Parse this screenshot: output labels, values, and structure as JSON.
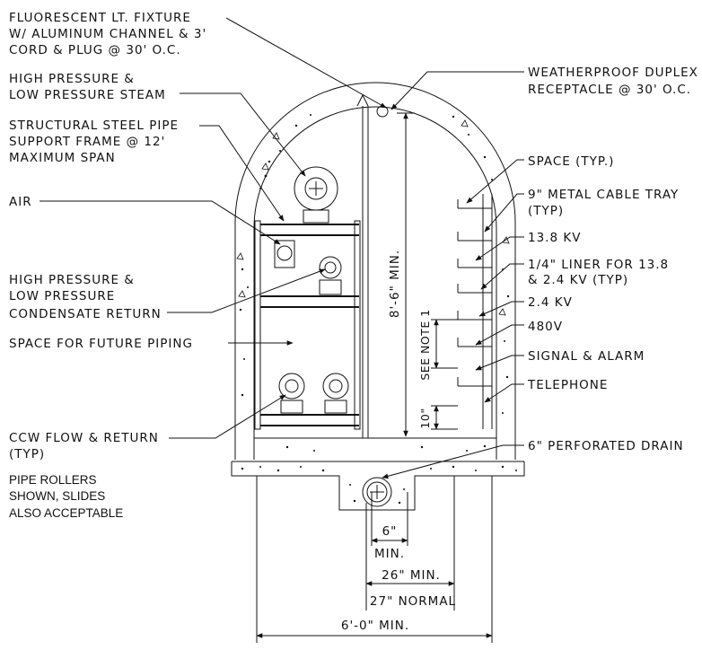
{
  "labels": {
    "fixture": [
      "FLUORESCENT LT. FIXTURE",
      "W/ ALUMINUM CHANNEL & 3'",
      "CORD & PLUG @ 30' O.C."
    ],
    "steam": [
      "HIGH PRESSURE &",
      "LOW PRESSURE STEAM"
    ],
    "frame": [
      "STRUCTURAL STEEL PIPE",
      "SUPPORT FRAME @ 12'",
      "MAXIMUM SPAN"
    ],
    "air": "AIR",
    "condensate": [
      "HIGH PRESSURE &",
      "LOW PRESSURE",
      "CONDENSATE RETURN"
    ],
    "future_piping": "SPACE FOR FUTURE PIPING",
    "ccw": [
      "CCW FLOW & RETURN",
      "(TYP)"
    ],
    "rollers": [
      "PIPE ROLLERS",
      "SHOWN, SLIDES",
      "ALSO ACCEPTABLE"
    ],
    "receptacle": [
      "WEATHERPROOF DUPLEX",
      "RECEPTACLE @ 30' O.C."
    ],
    "space": "SPACE (TYP.)",
    "cable_tray": [
      "9\" METAL CABLE TRAY",
      "(TYP)"
    ],
    "kv_13_8": "13.8 KV",
    "liner": [
      "1/4\" LINER FOR 13.8",
      "& 2.4 KV (TYP)"
    ],
    "kv_2_4": "2.4 KV",
    "v_480": "480V",
    "signal_alarm": "SIGNAL & ALARM",
    "telephone": "TELEPHONE",
    "drain": "6\" PERFORATED DRAIN"
  },
  "dims": {
    "height_min": "8'-6\" MIN.",
    "see_note": "SEE NOTE 1",
    "ten_in": "10\"",
    "six_in": "6\"",
    "min": "MIN.",
    "twentysix_in": "26\" MIN.",
    "twentyseven_in": "27\" NORMAL",
    "six_ft": "6'-0\" MIN."
  }
}
